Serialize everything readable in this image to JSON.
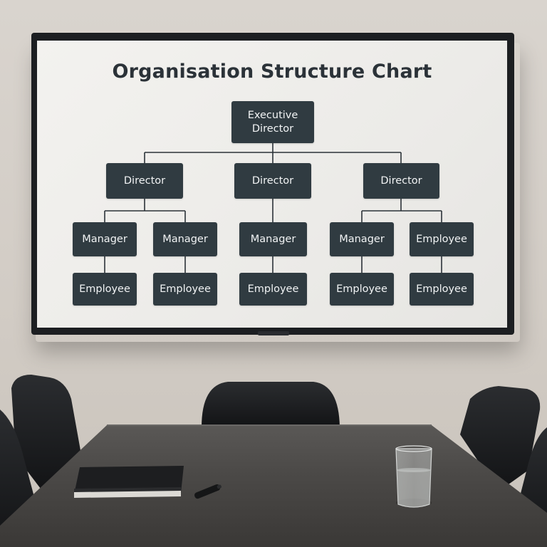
{
  "chart": {
    "title": "Organisation Structure Chart",
    "root": {
      "label": "Executive Director"
    },
    "directors": [
      {
        "label": "Director"
      },
      {
        "label": "Director"
      },
      {
        "label": "Director"
      }
    ],
    "level3": [
      {
        "label": "Manager"
      },
      {
        "label": "Manager"
      },
      {
        "label": "Manager"
      },
      {
        "label": "Manager"
      },
      {
        "label": "Employee"
      }
    ],
    "level4": [
      {
        "label": "Employee"
      },
      {
        "label": "Employee"
      },
      {
        "label": "Employee"
      },
      {
        "label": "Employee"
      },
      {
        "label": "Employee"
      }
    ]
  },
  "colors": {
    "node_fill": "#303b41",
    "node_text": "#f1f3f4",
    "connector": "#2b3238",
    "screen": "#f0efec",
    "wall": "#d6d0c9",
    "table": "#4f4d4b"
  }
}
